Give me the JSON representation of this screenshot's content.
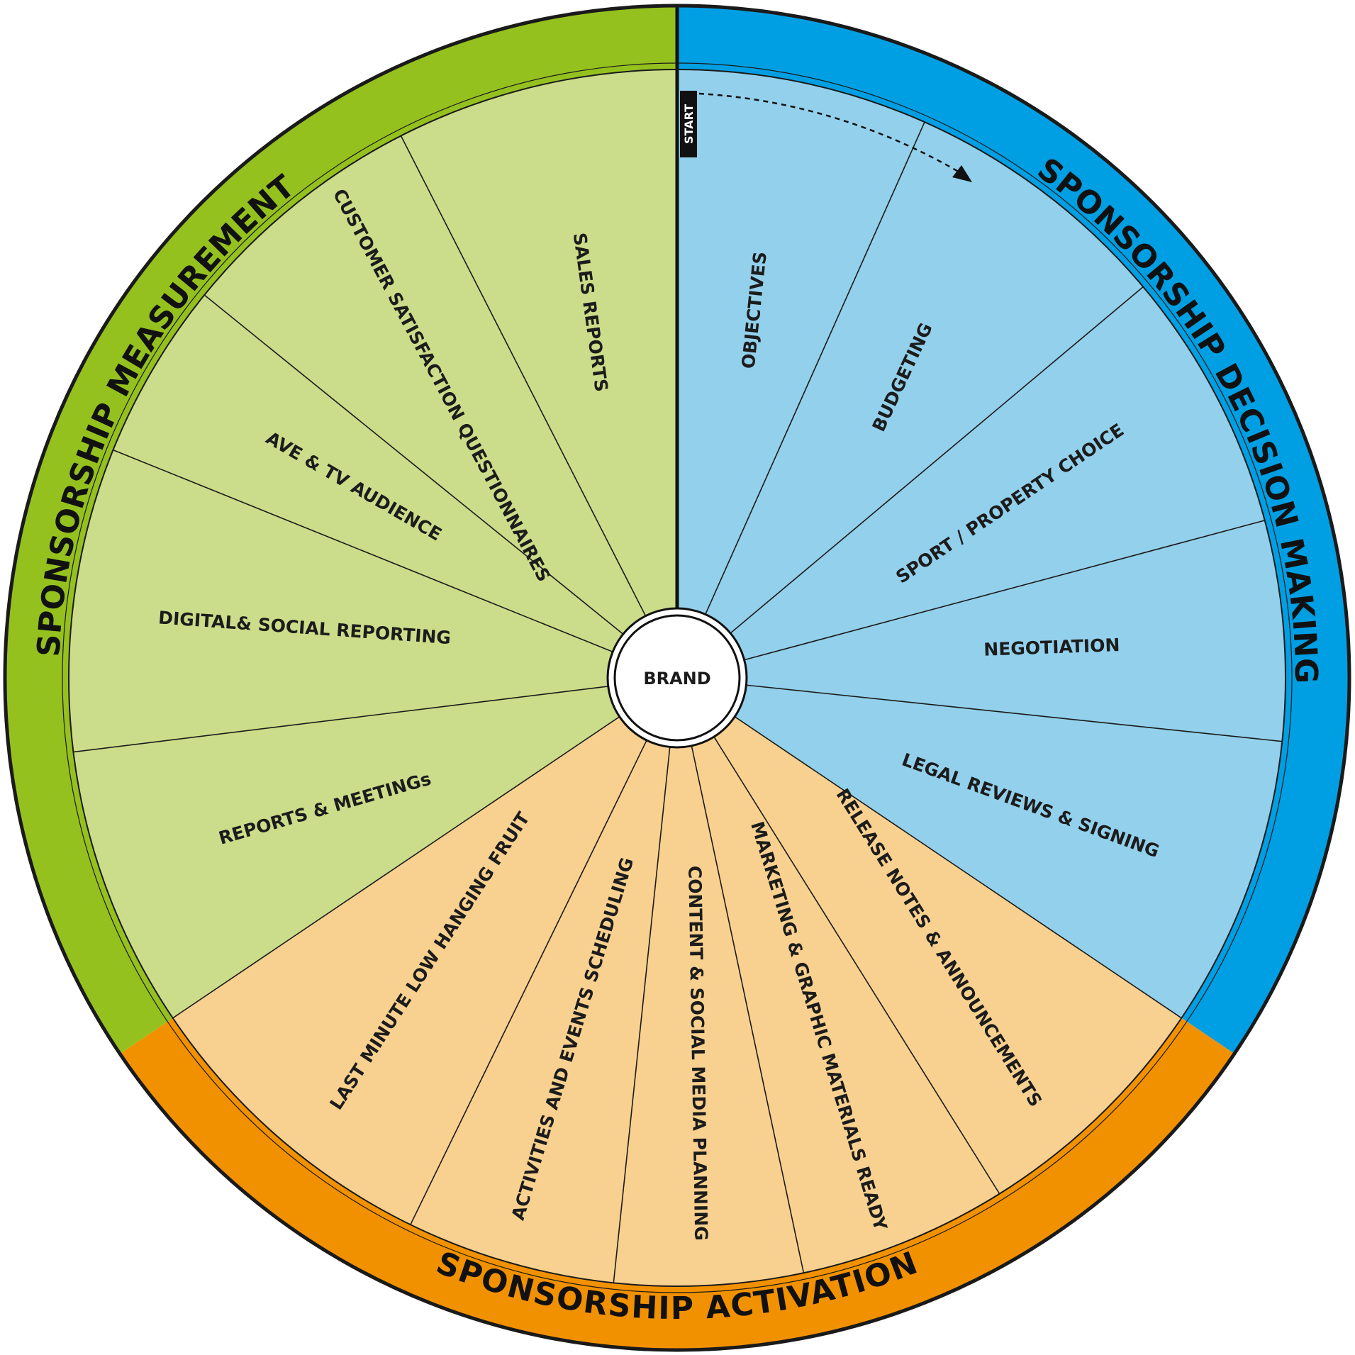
{
  "center_label": "BRAND",
  "start_label": "START",
  "colors": {
    "decision_ring": "#009fe3",
    "decision_fill": "#93d0eb",
    "activation_ring": "#f29100",
    "activation_fill": "#f8d190",
    "measurement_ring": "#95c11f",
    "measurement_fill": "#cbdd8a",
    "outline": "#1a1a1a"
  },
  "phases": [
    {
      "id": "decision",
      "title": "SPONSORSHIP DECISION MAKING",
      "segments": [
        "OBJECTIVES",
        "BUDGETING",
        "SPORT / PROPERTY CHOICE",
        "NEGOTIATION",
        "LEGAL REVIEWS & SIGNING"
      ]
    },
    {
      "id": "activation",
      "title": "SPONSORSHIP ACTIVATION",
      "segments": [
        "RELEASE NOTES & ANNOUNCEMENTS",
        "MARKETING & GRAPHIC MATERIALS READY",
        "CONTENT & SOCIAL MEDIA PLANNING",
        "ACTIVITIES AND EVENTS SCHEDULING",
        "LAST MINUTE LOW HANGING FRUIT"
      ]
    },
    {
      "id": "measurement",
      "title": "SPONSORSHIP MEASUREMENT",
      "segments": [
        "REPORTS & MEETINGs",
        "DIGITAL& SOCIAL REPORTING",
        "AVE & TV AUDIENCE",
        "CUSTOMER SATISFACTION QUESTIONNAIRES",
        "SALES REPORTS"
      ]
    }
  ]
}
